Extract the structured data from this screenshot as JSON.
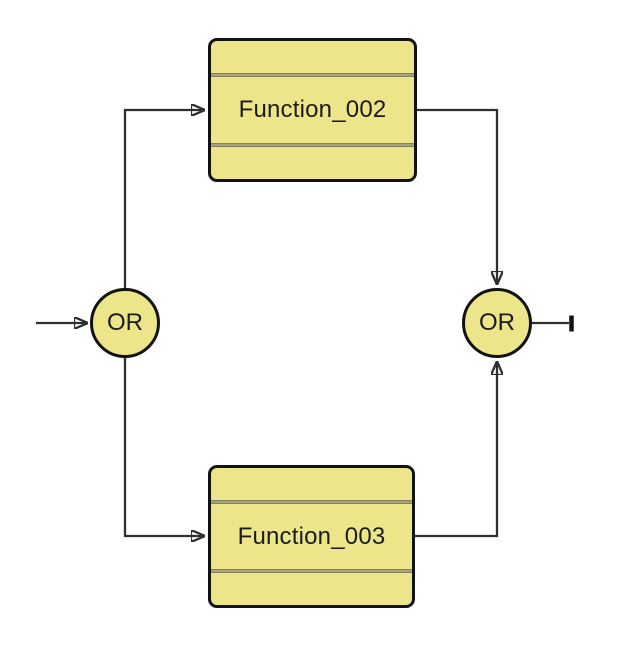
{
  "diagram": {
    "type": "function-flow-diagram",
    "background_color": "#ffffff",
    "colors": {
      "node_fill": "#ece58a",
      "node_border": "#121212",
      "divider_dark": "#6f6f54",
      "divider_light": "#b9b584",
      "connector": "#2f2f2f",
      "arrowhead": "#111111",
      "label_text": "#1c1c1c"
    },
    "nodes": {
      "function_002": {
        "label": "Function_002",
        "shape": "function-box"
      },
      "function_003": {
        "label": "Function_003",
        "shape": "function-box"
      },
      "or_left": {
        "label": "OR",
        "shape": "or-gate"
      },
      "or_right": {
        "label": "OR",
        "shape": "or-gate"
      }
    },
    "edges": [
      {
        "from": "input",
        "to": "or_left",
        "end": "arrow"
      },
      {
        "from": "or_left",
        "to": "function_002",
        "end": "arrow"
      },
      {
        "from": "function_002",
        "to": "or_right",
        "end": "arrow"
      },
      {
        "from": "or_left",
        "to": "function_003",
        "end": "arrow"
      },
      {
        "from": "function_003",
        "to": "or_right",
        "end": "arrow"
      },
      {
        "from": "or_right",
        "to": "output",
        "end": "bar"
      }
    ]
  }
}
